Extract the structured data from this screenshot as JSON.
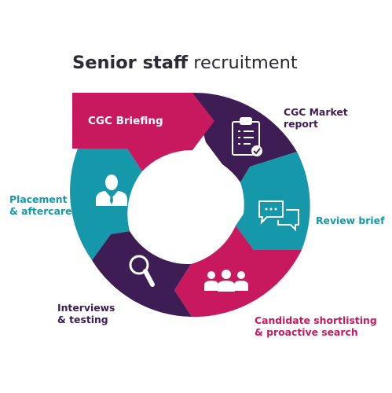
{
  "title": {
    "bold": "Senior staff",
    "regular": " recruitment"
  },
  "colors": {
    "magenta": "#c8185e",
    "purple": "#3e1d55",
    "teal": "#1698ab",
    "title": "#2c2a33"
  },
  "steps": [
    {
      "lines": [
        "CGC Briefing"
      ],
      "icon": "none",
      "color": "magenta"
    },
    {
      "lines": [
        "CGC Market",
        "report"
      ],
      "icon": "clipboard-checklist-icon",
      "color": "purple"
    },
    {
      "lines": [
        "Review brief"
      ],
      "icon": "speech-bubbles-icon",
      "color": "teal"
    },
    {
      "lines": [
        "Candidate shortlisting",
        "& proactive search"
      ],
      "icon": "people-group-icon",
      "color": "magenta"
    },
    {
      "lines": [
        "Interviews",
        "& testing"
      ],
      "icon": "magnifying-glass-icon",
      "color": "purple"
    },
    {
      "lines": [
        "Placement",
        "& aftercare"
      ],
      "icon": "person-icon",
      "color": "teal"
    }
  ]
}
